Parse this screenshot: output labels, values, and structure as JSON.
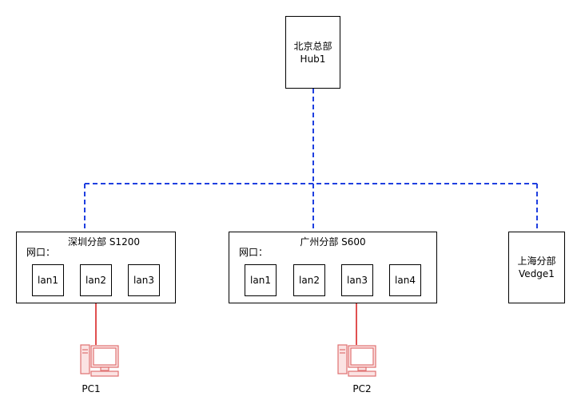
{
  "colors": {
    "wan_link": "#1f3fe0",
    "lan_link": "#e05050",
    "pc_icon": "#e07070"
  },
  "hub": {
    "name": "北京总部",
    "model": "Hub1"
  },
  "shenzhen": {
    "title": "深圳分部 S1200",
    "port_caption": "网口：",
    "ports": [
      "lan1",
      "lan2",
      "lan3"
    ]
  },
  "guangzhou": {
    "title": "广州分部 S600",
    "port_caption": "网口：",
    "ports": [
      "lan1",
      "lan2",
      "lan3",
      "lan4"
    ]
  },
  "shanghai": {
    "name": "上海分部",
    "model": "Vedge1"
  },
  "pcs": [
    {
      "label": "PC1",
      "icon": "desktop-pc-icon"
    },
    {
      "label": "PC2",
      "icon": "desktop-pc-icon"
    }
  ]
}
